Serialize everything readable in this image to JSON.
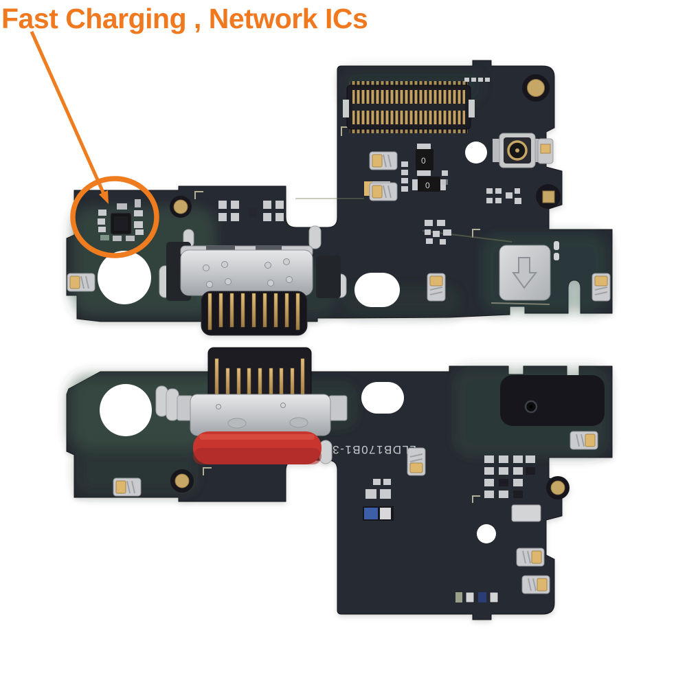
{
  "annotation": {
    "label": "Fast Charging , Network ICs",
    "color": "#f0791f"
  },
  "board": {
    "silkscreen_marking": "LLDB170B1-3",
    "component_markings": [
      "0",
      "0"
    ]
  },
  "colors": {
    "background": "#ffffff",
    "annotation_orange": "#f0791f",
    "pcb_dark": "#262a31",
    "pcb_green": "#3f5d4b",
    "gold": "#c7a765",
    "silver": "#c6c8ca",
    "red_gasket": "#c8362f",
    "ic_black": "#141519",
    "pad_white": "#c9cbce"
  }
}
